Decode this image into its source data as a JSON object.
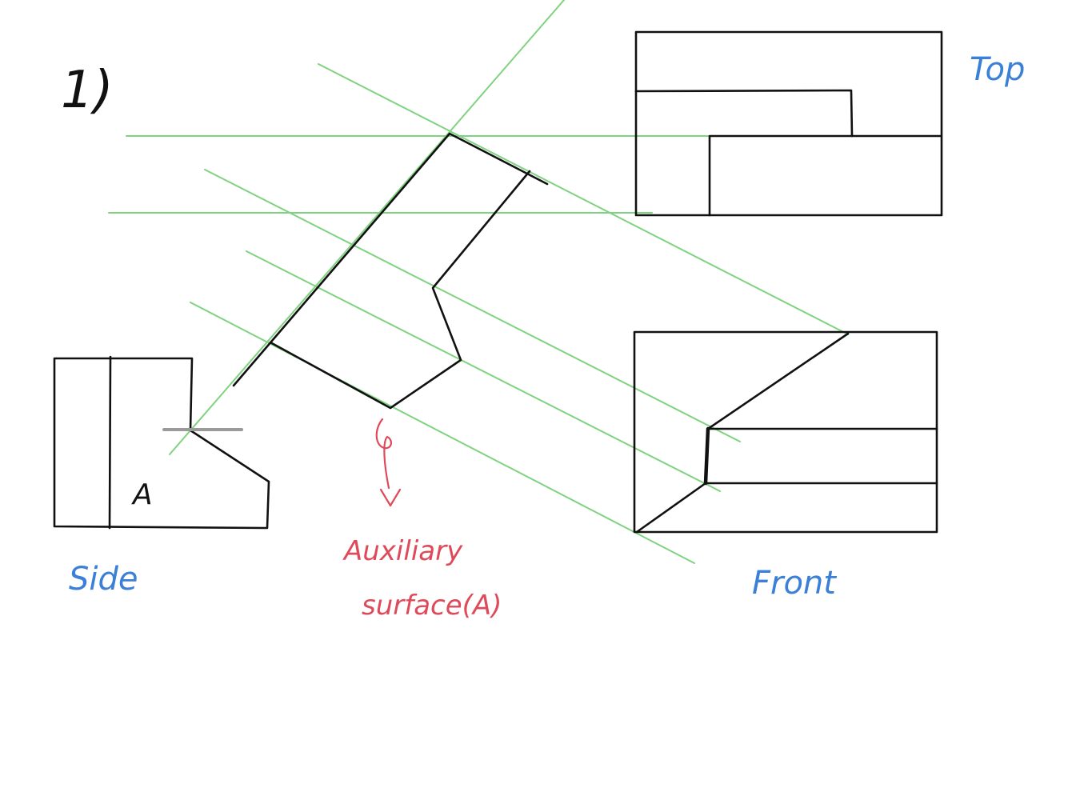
{
  "problem": {
    "number": "1)"
  },
  "views": {
    "top_label": "Top",
    "side_label": "Side",
    "front_label": "Front"
  },
  "surface": {
    "letter": "A"
  },
  "annotation": {
    "line1": "Auxiliary",
    "line2": "surface(A)"
  },
  "colors": {
    "projection_lines": "#7fd27f",
    "outline": "#111111",
    "view_labels": "#3b7fd6",
    "annotation": "#dd4b5a",
    "background": "#ffffff"
  }
}
